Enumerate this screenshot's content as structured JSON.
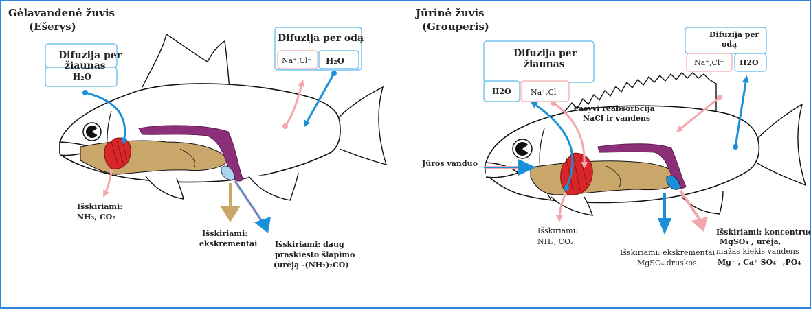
{
  "left": {
    "title": "Gėlavandenė žuvis",
    "subtitle": "(Ešerys)",
    "gill_box_l1": "Difuzija per",
    "gill_box_l2": "žiaunas",
    "gill_h2o": "H₂O",
    "skin_box": "Difuzija per odą",
    "skin_ions": "Na⁺,Cl⁻",
    "skin_h2o": "H₂O",
    "gill_out_l1": "Išskiriami:",
    "gill_out_l2": "NH₃, CO₂",
    "feces_l1": "Išskiriami:",
    "feces_l2": "ekskrementai",
    "urine_l1": "Išskiriami: daug",
    "urine_l2": "praskiesto šlapimo",
    "urine_l3": "(urėją -(NH₂)₂CO)"
  },
  "right": {
    "title": "Jūrinė žuvis",
    "subtitle": "(Grouperis)",
    "skin_box_l1": "Difuzija per",
    "skin_box_l2": "odą",
    "skin_ions": "Na⁺,Cl⁻",
    "skin_h2o": "H2O",
    "gill_box_l1": "Difuzija per",
    "gill_box_l2": "žiaunas",
    "gill_h2o": "H2O",
    "gill_ions": "Na⁺,Cl⁻",
    "reabs_l1": "Pasyvi reabsorbcija",
    "reabs_l2": "NaCl ir vandens",
    "sea_water": "Jūros vanduo",
    "gill_out_l1": "Išskiriami:",
    "gill_out_l2": "NH₃, CO₂",
    "feces_l1": "Išskiriami: ekskrementai",
    "feces_l2": "MgSO₄,druskos",
    "urine_l1": "Išskiriami:  koncentruotas",
    "urine_l2": "MgSO₄ , urėja,",
    "urine_l3": "mažas kiekis vandens",
    "urine_l4": "Mg⁺ , Ca⁺ SO₄⁻ ,PO₄⁻"
  }
}
